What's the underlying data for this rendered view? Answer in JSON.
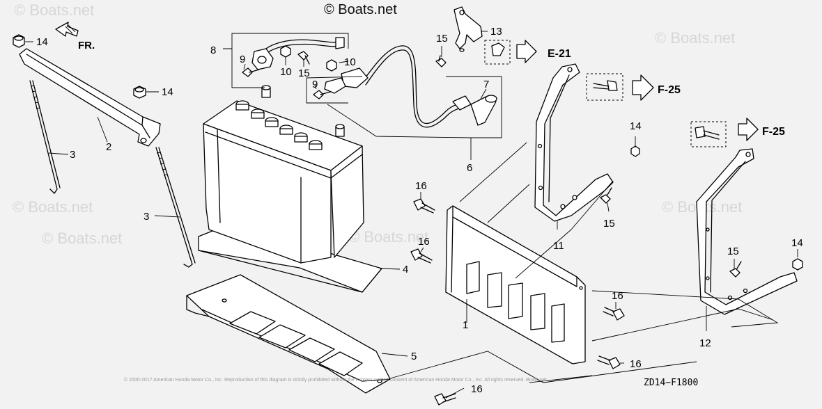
{
  "watermark": {
    "text": "© Boats.net",
    "primary": "© Boats.net"
  },
  "direction_label": "FR.",
  "diagram_code": "ZD14−F1800",
  "copyright": "© 2000-2017 American Honda Motor Co., Inc. Reproduction of this diagram is strictly prohibited without the express written consent of American Honda Motor Co., Inc. All rights reserved. Boats.net",
  "references": {
    "e21": "E-21",
    "f25_a": "F-25",
    "f25_b": "F-25"
  },
  "callouts": {
    "p1": "1",
    "p2": "2",
    "p3_a": "3",
    "p3_b": "3",
    "p4": "4",
    "p5": "5",
    "p6": "6",
    "p7": "7",
    "p8": "8",
    "p9_a": "9",
    "p9_b": "9",
    "p10_a": "10",
    "p10_b": "10",
    "p11": "11",
    "p12": "12",
    "p13": "13",
    "p14_a": "14",
    "p14_b": "14",
    "p14_c": "14",
    "p14_d": "14",
    "p15_a": "15",
    "p15_b": "15",
    "p15_c": "15",
    "p15_d": "15",
    "p16_a": "16",
    "p16_b": "16",
    "p16_c": "16",
    "p16_d": "16",
    "p16_e": "16"
  }
}
